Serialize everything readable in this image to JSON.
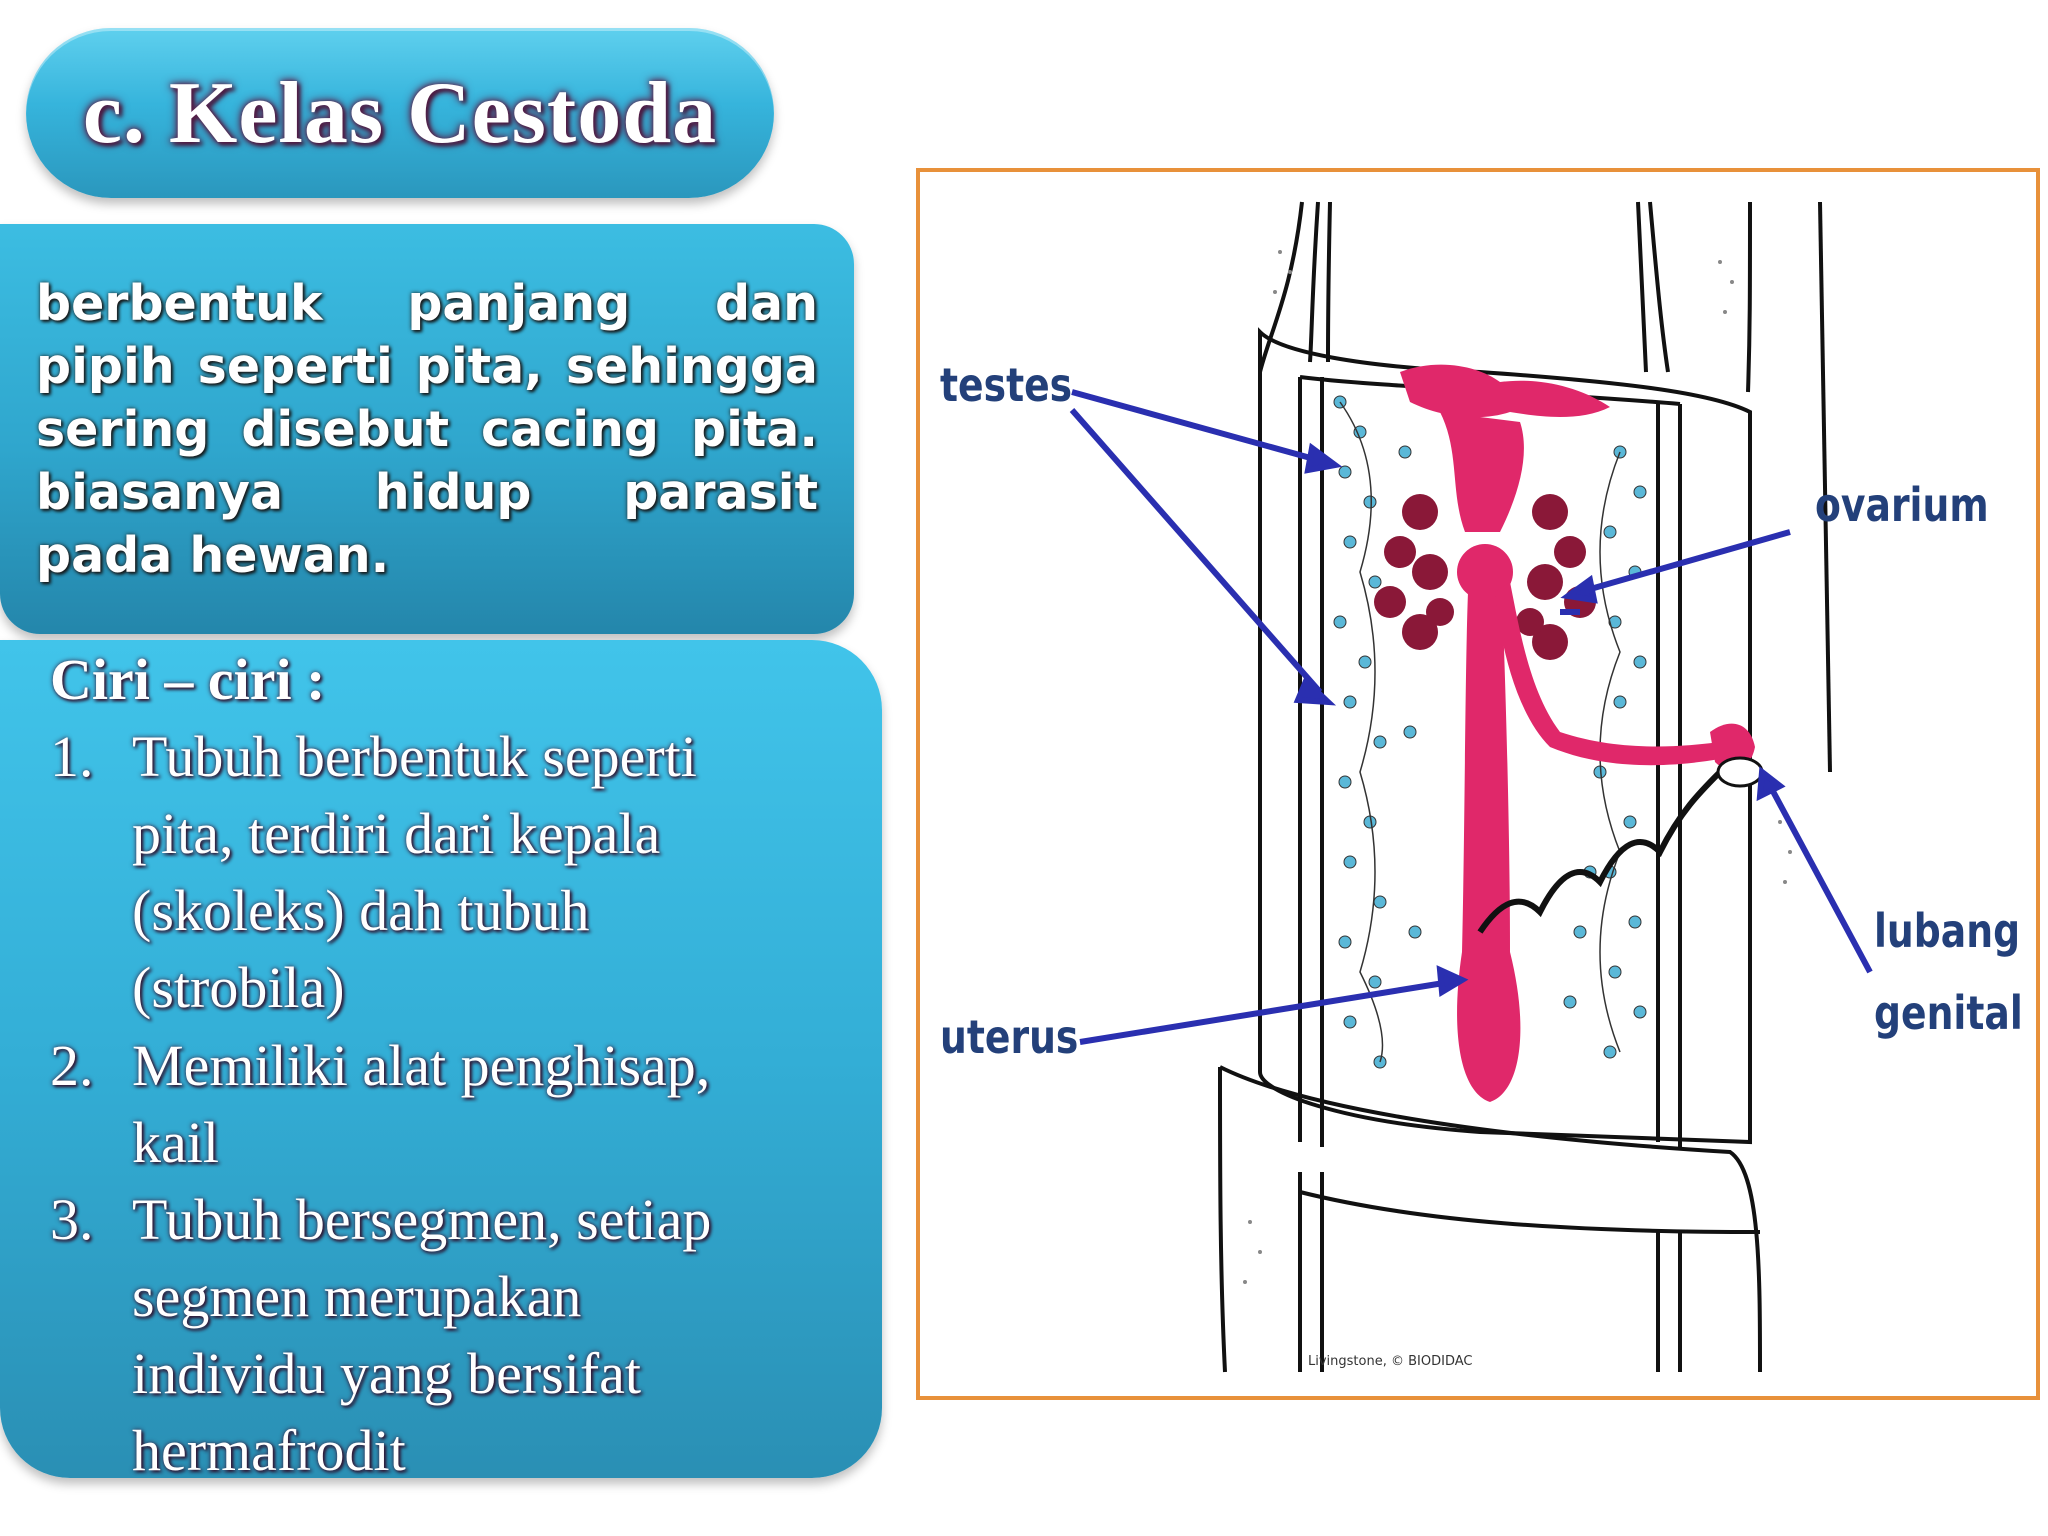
{
  "title": "c. Kelas Cestoda",
  "description": "berbentuk panjang dan pipih seperti pita, sehingga sering disebut cacing pita. biasanya hidup parasit pada hewan.",
  "ciri": {
    "heading": "Ciri – ciri :",
    "items": [
      {
        "num": "1.",
        "lines": [
          "Tubuh berbentuk seperti",
          "pita, terdiri dari kepala",
          "(skoleks) dah tubuh",
          "(strobila)"
        ]
      },
      {
        "num": "2.",
        "lines": [
          "Memiliki alat penghisap,",
          "kail"
        ]
      },
      {
        "num": "3.",
        "lines": [
          "Tubuh bersegmen, setiap",
          "segmen merupakan",
          "individu yang bersifat",
          "hermafrodit"
        ]
      }
    ]
  },
  "figure": {
    "labels": {
      "testes": "testes",
      "ovarium": "ovarium",
      "uterus": "uterus",
      "lubang": "lubang",
      "genital": "genital"
    },
    "credit": "Livingstone, © BIODIDAC",
    "colors": {
      "frame": "#e8913a",
      "arrow": "#2a2fb0",
      "organ": "#e0286a",
      "testes_dots": "#5ab8d8",
      "label": "#23407a"
    }
  }
}
